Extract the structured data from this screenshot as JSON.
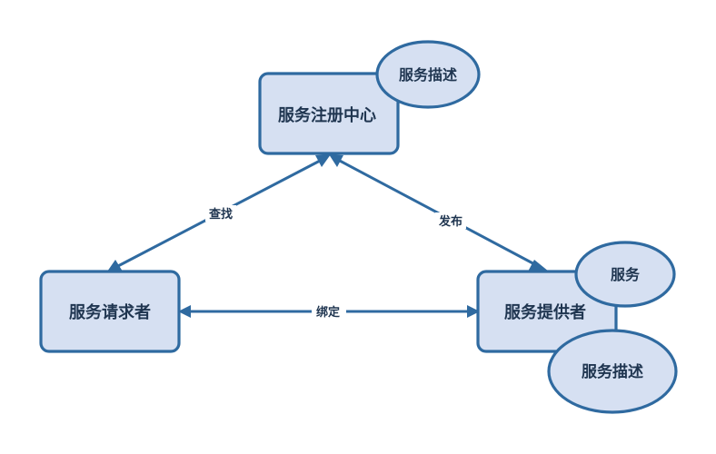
{
  "nodes": {
    "registry": "服务注册中心",
    "registry_desc": "服务描述",
    "requester": "服务请求者",
    "provider": "服务提供者",
    "provider_service": "服务",
    "provider_desc": "服务描述"
  },
  "edges": {
    "find": "查找",
    "publish": "发布",
    "bind": "绑定"
  },
  "colors": {
    "fill": "#d6e0f2",
    "stroke": "#2f6aa0",
    "text": "#1f3550"
  }
}
